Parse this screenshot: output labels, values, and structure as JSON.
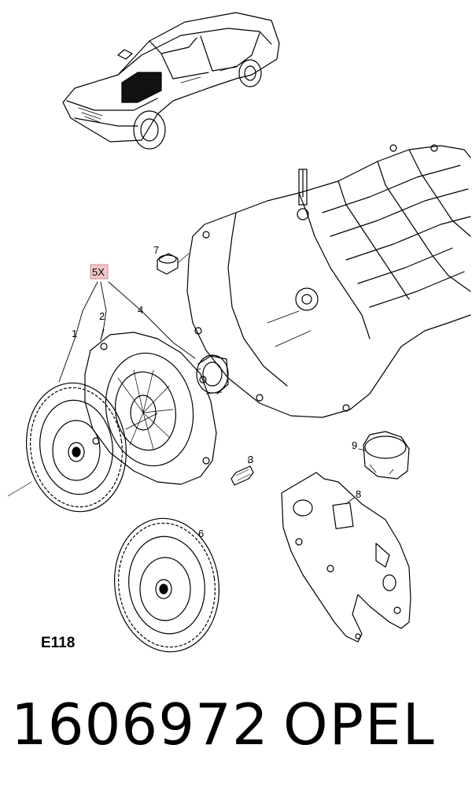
{
  "diagram": {
    "callouts": [
      {
        "id": "1",
        "label": "1"
      },
      {
        "id": "2",
        "label": "2"
      },
      {
        "id": "3",
        "label": "3"
      },
      {
        "id": "4",
        "label": "4"
      },
      {
        "id": "6",
        "label": "6"
      },
      {
        "id": "7",
        "label": "7"
      },
      {
        "id": "8",
        "label": "8"
      },
      {
        "id": "9",
        "label": "9"
      }
    ],
    "kit_label": "5X",
    "kit_color": "#f4c6c6",
    "ref_code": "E118"
  },
  "footer": {
    "part_number": "1606972",
    "brand": "OPEL"
  }
}
